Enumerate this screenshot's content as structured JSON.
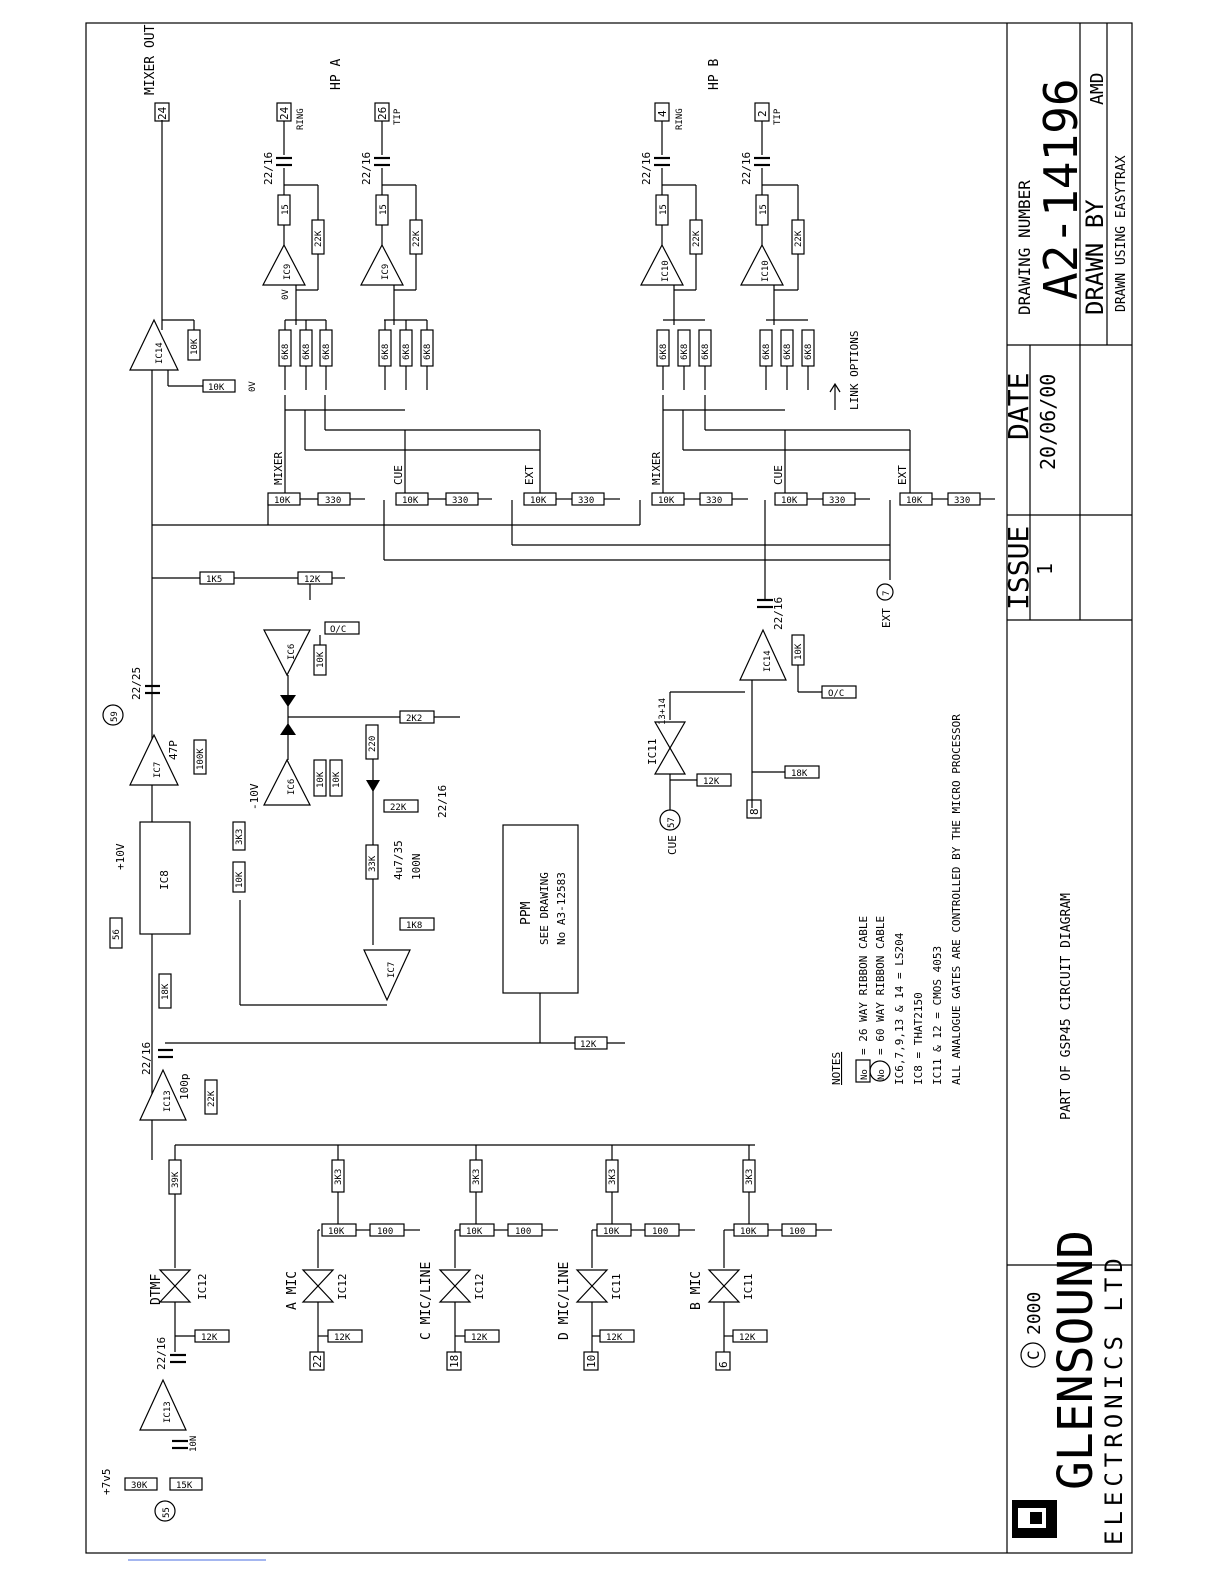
{
  "title_block": {
    "drawing_number_label": "DRAWING NUMBER",
    "drawing_number": "A2-14196",
    "drawn_by_label": "DRAWN BY",
    "drawn_by": "AMD",
    "drawn_using": "DRAWN USING EASYTRAX",
    "date_label": "DATE",
    "date": "20/06/00",
    "issue_label": "ISSUE",
    "issue": "1",
    "description": "PART OF GSP45 CIRCUIT DIAGRAM",
    "copyright_symbol": "C",
    "copyright_year": "2000",
    "company_line1": "GLENSOUND",
    "company_line2": "ELECTRONICS LTD"
  },
  "notes": {
    "heading": "NOTES",
    "lines": [
      "= 26 WAY RIBBON CABLE",
      "= 60 WAY RIBBON CABLE",
      "IC6,7,9,13 & 14 = LS204",
      "IC8 = THAT2150",
      "IC11 & 12 = CMOS 4053",
      "ALL ANALOGUE GATES ARE CONTROLLED BY THE MICRO PROCESSOR"
    ],
    "no_box": "No",
    "no_circle": "No"
  },
  "ppm": {
    "title": "PPM",
    "line2": "SEE DRAWING",
    "line3": "No A3-12583"
  },
  "connectors": {
    "mixer_out": "MIXER OUT",
    "mixer_pin": "24",
    "hpa": "HP A",
    "hpb": "HP B",
    "hpa_ring_pin": "24",
    "hpa_tip_pin": "26",
    "hpb_ring_pin": "4",
    "hpb_tip_pin": "2",
    "ring": "RING",
    "tip": "TIP",
    "a_mic": "A MIC",
    "a_pin": "22",
    "c_mic": "C MIC/LINE",
    "c_pin": "18",
    "d_mic": "D MIC/LINE",
    "d_pin": "10",
    "b_mic": "B MIC",
    "b_pin": "6",
    "dtmf": "DTMF",
    "cue": "CUE",
    "cue_pin": "57",
    "ext": "EXT",
    "ext_pin": "7",
    "pin55": "55",
    "pin59": "59",
    "pin8": "8",
    "link_options": "LINK OPTIONS",
    "plus7v5": "+7v5",
    "plus10v": "+10V",
    "minus10v": "-10V",
    "zero_v": "0V",
    "mixer": "MIXER",
    "oc": "O/C"
  },
  "components": {
    "r22_16": "22/16",
    "r22_25": "22/25",
    "r15": "15",
    "r22k": "22K",
    "r6k8": "6K8",
    "r10k": "10K",
    "r330": "330",
    "r1k5": "1K5",
    "r12k": "12K",
    "r2k2": "2K2",
    "r220": "220",
    "r33k": "33K",
    "r1k8": "1K8",
    "r100n": "100N",
    "c4u7": "4u7/35",
    "r100k": "100K",
    "c47p": "47P",
    "r3k3": "3K3",
    "r56": "56",
    "r18k": "18K",
    "c100p": "100p",
    "r39k": "39K",
    "r100": "100",
    "r30k": "30K",
    "r15k": "15K",
    "c10n": "10N",
    "ic6": "IC6",
    "ic7": "IC7",
    "ic8": "IC8",
    "ic9": "IC9",
    "ic10": "IC10",
    "ic11": "IC11",
    "ic12": "IC12",
    "ic13": "IC13",
    "ic14": "IC14",
    "pin13_14": "13+14"
  }
}
